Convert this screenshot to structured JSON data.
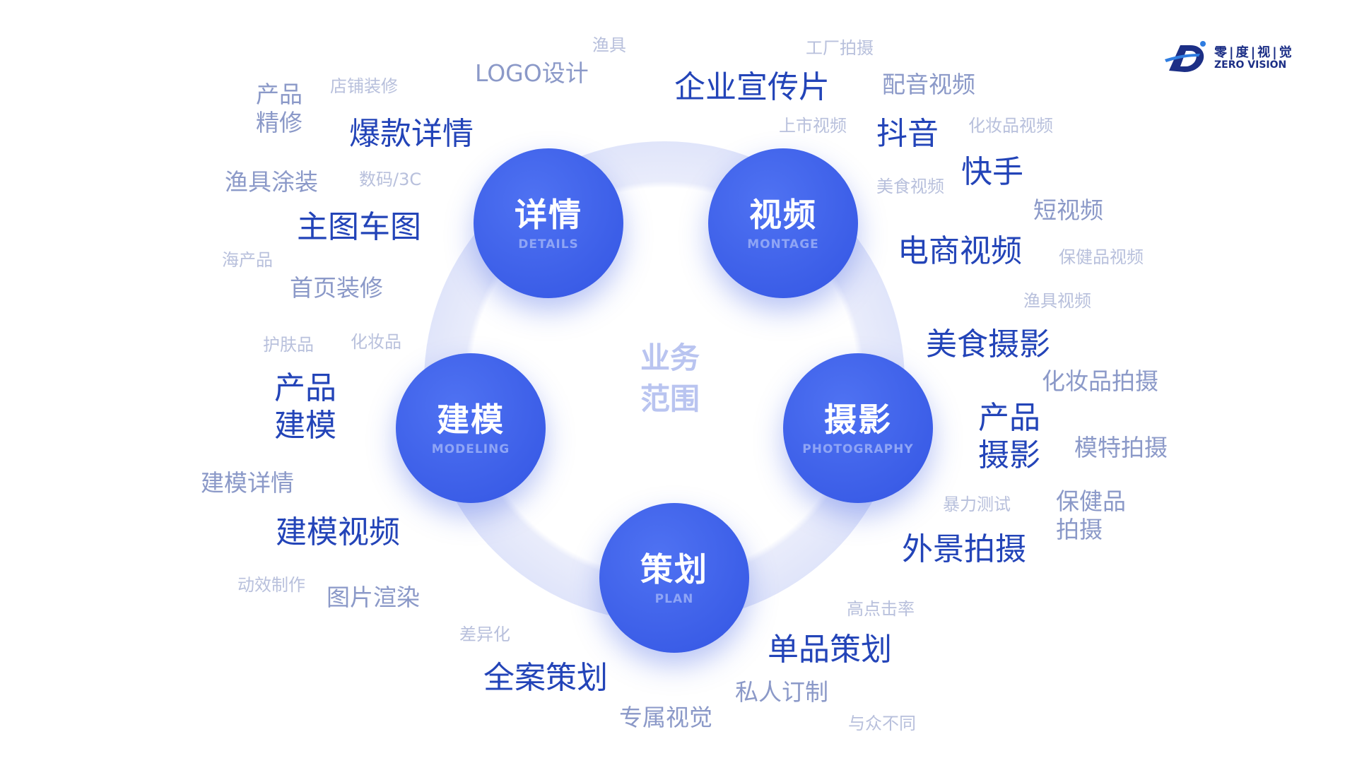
{
  "center": {
    "title": "业务\n范围"
  },
  "nodes": [
    {
      "key": "details",
      "zh": "详情",
      "en": "DETAILS"
    },
    {
      "key": "montage",
      "zh": "视频",
      "en": "MONTAGE"
    },
    {
      "key": "photography",
      "zh": "摄影",
      "en": "PHOTOGRAPHY"
    },
    {
      "key": "plan",
      "zh": "策划",
      "en": "PLAN"
    },
    {
      "key": "modeling",
      "zh": "建模",
      "en": "MODELING"
    }
  ],
  "keywords": [
    "产品\n精修",
    "店铺装修",
    "LOGO设计",
    "渔具",
    "爆款详情",
    "渔具涂装",
    "数码/3C",
    "主图车图",
    "海产品",
    "首页装修",
    "工厂拍摄",
    "企业宣传片",
    "配音视频",
    "上市视频",
    "抖音",
    "化妆品视频",
    "美食视频",
    "快手",
    "短视频",
    "电商视频",
    "保健品视频",
    "渔具视频",
    "美食摄影",
    "化妆品拍摄",
    "产品\n摄影",
    "模特拍摄",
    "暴力测试",
    "保健品\n拍摄",
    "外景拍摄",
    "护肤品",
    "化妆品",
    "产品\n建模",
    "建模详情",
    "建模视频",
    "动效制作",
    "图片渲染",
    "差异化",
    "全案策划",
    "专属视觉",
    "高点击率",
    "单品策划",
    "私人订制",
    "与众不同"
  ],
  "logo": {
    "zh": "零|度|视|觉",
    "en": "ZERO VISION"
  },
  "colors": {
    "accent": "#3355e3",
    "primary_text": "#2344b8",
    "muted_text": "#8b99c8"
  }
}
